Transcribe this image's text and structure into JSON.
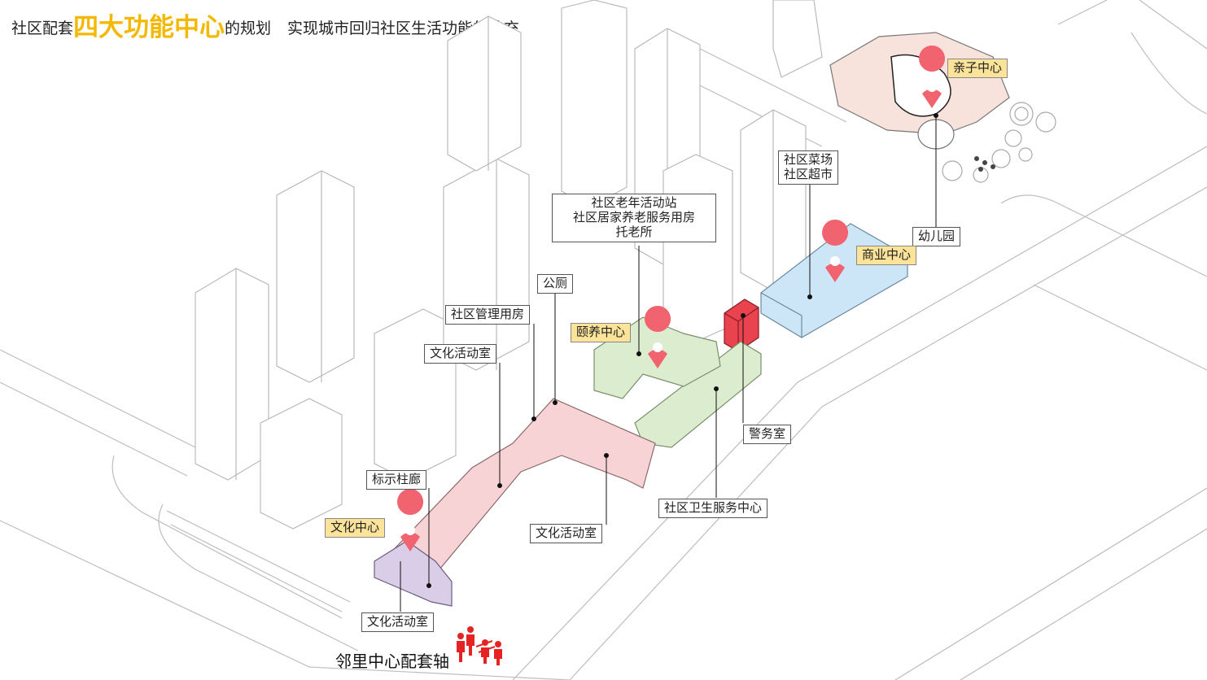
{
  "title": {
    "prefix": "社区配套",
    "highlight": "四大功能中心",
    "suffix": "的规划",
    "subtitle": "实现城市回归社区生活功能的补充"
  },
  "labels": {
    "qinzi_center": "亲子中心",
    "kindergarten": "幼儿园",
    "market_line1": "社区菜场",
    "market_line2": "社区超市",
    "commercial_center": "商业中心",
    "elderly_line1": "社区老年活动站",
    "elderly_line2": "社区居家养老服务用房",
    "elderly_line3": "托老所",
    "public_toilet": "公厕",
    "management": "社区管理用房",
    "yiyang_center": "颐养中心",
    "culture_room_1": "文化活动室",
    "police": "警务室",
    "colonnade": "标示柱廊",
    "culture_center": "文化中心",
    "culture_room_2": "文化活动室",
    "health_center": "社区卫生服务中心",
    "culture_room_3": "文化活动室",
    "axis": "邻里中心配套轴"
  },
  "colors": {
    "highlight_text": "#f5b800",
    "tag_fill": "#fbe39a",
    "pin": "#f0636f",
    "culture_zone": "#f7d3d6",
    "elderly_zone": "#dcedcf",
    "commercial_zone": "#cde6f7",
    "kid_zone": "#f8e2dc",
    "police_block": "#e8434e",
    "purple_block": "#d9cde8"
  }
}
